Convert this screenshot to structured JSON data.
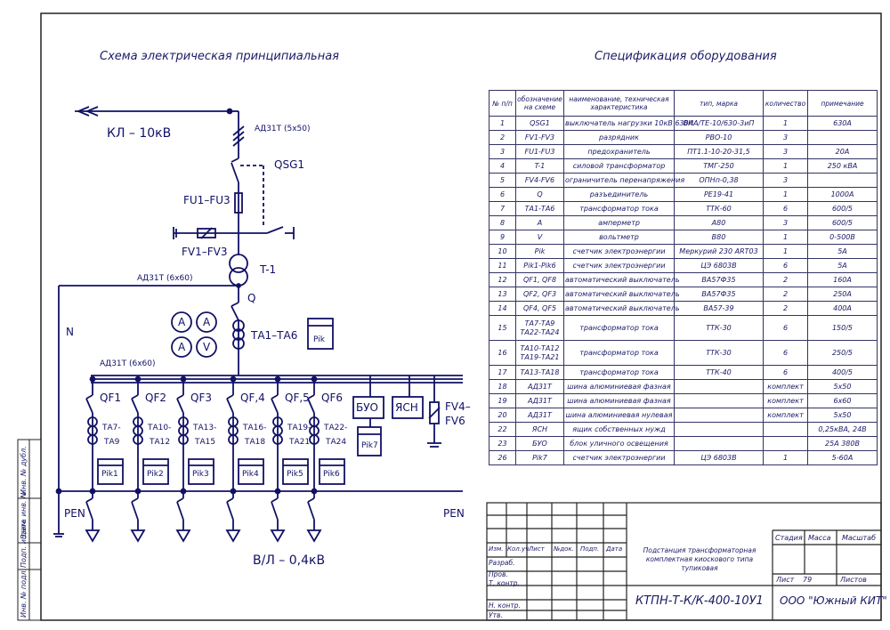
{
  "titles": {
    "scheme": "Схема электрическая принципиальная",
    "spec": "Спецификация оборудования"
  },
  "diagram": {
    "kl": "КЛ – 10кВ",
    "ad_5x50": "АД31Т (5х50)",
    "qsg1": "QSG1",
    "fu": "FU1–FU3",
    "fv": "FV1–FV3",
    "t1": "T-1",
    "ad_6x60_a": "АД31Т (6х60)",
    "q": "Q",
    "n": "N",
    "ta1": "ТА1–ТА6",
    "pik": "Pik",
    "ad_6x60_b": "АД31Т (6х60)",
    "meters": [
      "A",
      "A",
      "A",
      "V"
    ],
    "qf": [
      "QF1",
      "QF2",
      "QF3",
      "QF,4",
      "QF,5",
      "QF6"
    ],
    "ta_top": [
      "ТА7-",
      "ТА10-",
      "ТА13-",
      "ТА16-",
      "ТА19-",
      "ТА22-"
    ],
    "ta_bot": [
      "ТА9",
      "ТА12",
      "ТА15",
      "ТА18",
      "ТА21",
      "ТА24"
    ],
    "pik_boxes": [
      "Pik1",
      "Pik2",
      "Pik3",
      "Pik4",
      "Pik5",
      "Pik6"
    ],
    "buo": "БУО",
    "ysn": "ЯСН",
    "fv4": "FV4–",
    "fv6": "FV6",
    "pik7": "Pik7",
    "pen_l": "PEN",
    "pen_r": "PEN",
    "vl": "В/Л – 0,4кВ"
  },
  "spec_headers": [
    "№ п/п",
    "обозначение на схеме",
    "наименование, техническая характеристика",
    "тип, марка",
    "количество",
    "примечание"
  ],
  "spec_rows": [
    [
      "1",
      "QSG1",
      "выключатель нагрузки 10кВ 630А",
      "ВНА/ТЕ-10/630-3иП",
      "1",
      "630А"
    ],
    [
      "2",
      "FV1-FV3",
      "разрядник",
      "РВО-10",
      "3",
      ""
    ],
    [
      "3",
      "FU1-FU3",
      "предохранитель",
      "ПТ1.1-10-20-31,5",
      "3",
      "20А"
    ],
    [
      "4",
      "T-1",
      "силовой трансформатор",
      "ТМГ-250",
      "1",
      "250 кВА"
    ],
    [
      "5",
      "FV4-FV6",
      "ограничитель перенапряжения",
      "ОПНп-0,38",
      "3",
      ""
    ],
    [
      "6",
      "Q",
      "разъединитель",
      "РЕ19-41",
      "1",
      "1000А"
    ],
    [
      "7",
      "ТА1-ТА6",
      "трансформатор тока",
      "ТТК-60",
      "6",
      "600/5"
    ],
    [
      "8",
      "A",
      "амперметр",
      "А80",
      "3",
      "600/5"
    ],
    [
      "9",
      "V",
      "вольтметр",
      "В80",
      "1",
      "0-500В"
    ],
    [
      "10",
      "Pik",
      "счетчик электроэнергии",
      "Меркурий 230 ART03",
      "1",
      "5А"
    ],
    [
      "11",
      "Pik1-Pik6",
      "счетчик электроэнергии",
      "ЦЭ 6803В",
      "6",
      "5А"
    ],
    [
      "12",
      "QF1, QF8",
      "автоматический выключатель",
      "ВА57Ф35",
      "2",
      "160А"
    ],
    [
      "13",
      "QF2, QF3",
      "автоматический выключатель",
      "ВА57Ф35",
      "2",
      "250А"
    ],
    [
      "14",
      "QF4, QF5",
      "автоматический выключатель",
      "ВА57-39",
      "2",
      "400А"
    ],
    [
      "15",
      "ТА7-ТА9 ТА22-ТА24",
      "трансформатор тока",
      "ТТК-30",
      "6",
      "150/5"
    ],
    [
      "16",
      "ТА10-ТА12 ТА19-ТА21",
      "трансформатор тока",
      "ТТК-30",
      "6",
      "250/5"
    ],
    [
      "17",
      "ТА13-ТА18",
      "трансформатор тока",
      "ТТК-40",
      "6",
      "400/5"
    ],
    [
      "18",
      "АД31Т",
      "шина алюминиевая фазная",
      "",
      "комплект",
      "5х50"
    ],
    [
      "19",
      "АД31Т",
      "шина алюминиевая фазная",
      "",
      "комплект",
      "6х60"
    ],
    [
      "20",
      "АД31Т",
      "шина алюминиевая нулевая",
      "",
      "комплект",
      "5х50"
    ],
    [
      "22",
      "ЯСН",
      "ящик собственных нужд",
      "",
      "",
      "0,25кВА, 24В"
    ],
    [
      "23",
      "БУО",
      "блок уличного освещения",
      "",
      "",
      "25А 380В"
    ],
    [
      "26",
      "Pik7",
      "счетчик электроэнергии",
      "ЦЭ 6803В",
      "1",
      "5-60А"
    ]
  ],
  "titleblock": {
    "cols": [
      "Изм.",
      "Кол.уч",
      "Лист",
      "№док.",
      "Подп.",
      "Дата"
    ],
    "rows": [
      "Разраб.",
      "Пров.",
      "Т. контр.",
      "",
      "Н. контр.",
      "Утв."
    ],
    "desc": "Подстанция трансформаторная комплектная киоскового типа тупиковая",
    "stage": "Стадия",
    "mass": "Масса",
    "scale": "Масштаб",
    "sheet": "Лист",
    "sheet_no": "79",
    "sheets": "Листов",
    "code": "КТПН-Т-К/К-400-10У1",
    "org": "ООО \"Южный КИТ\""
  },
  "side": [
    "Инв. № подл.",
    "Подп. и дата",
    "Взам. инв. №",
    "Инв. № дубл."
  ]
}
